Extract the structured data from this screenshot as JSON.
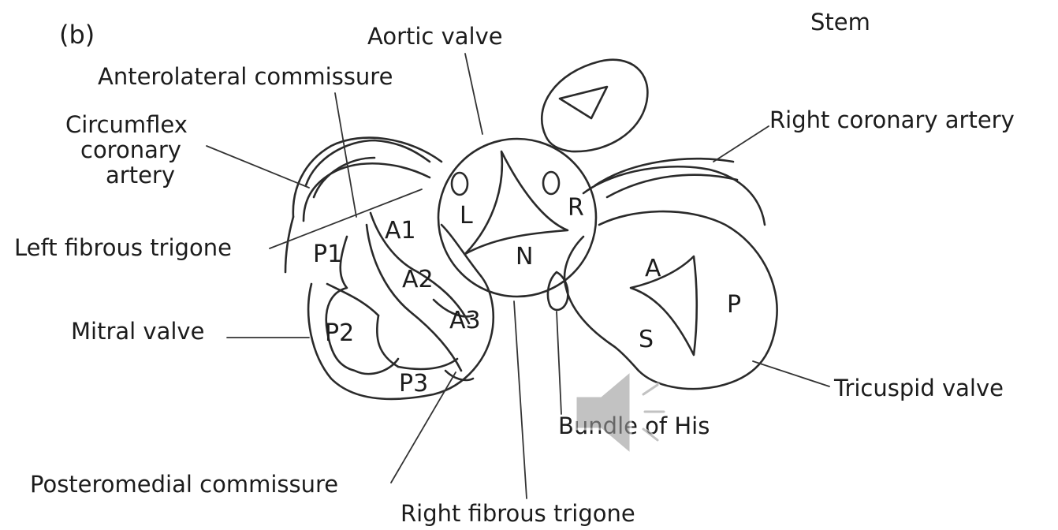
{
  "panel_label": "(b)",
  "stem_label": "Stem",
  "labels": {
    "aortic_valve": "Aortic valve",
    "anterolateral_commissure": "Anterolateral commissure",
    "circumflex_line1": "Circumflex",
    "circumflex_line2": "coronary",
    "circumflex_line3": "artery",
    "left_fibrous_trigone": "Left fibrous trigone",
    "mitral_valve": "Mitral valve",
    "posteromedial_commissure": "Posteromedial commissure",
    "right_fibrous_trigone": "Right fibrous trigone",
    "bundle_of_his": "Bundle of His",
    "tricuspid_valve": "Tricuspid valve",
    "right_coronary_artery": "Right coronary artery"
  },
  "aortic_cusps": {
    "left": "L",
    "right": "R",
    "non_coronary": "N"
  },
  "mitral_leaflets": {
    "a1": "A1",
    "a2": "A2",
    "a3": "A3",
    "p1": "P1",
    "p2": "P2",
    "p3": "P3"
  },
  "tricuspid_leaflets": {
    "anterior": "A",
    "posterior": "P",
    "septal": "S"
  },
  "speaker_icon": "speaker-icon"
}
